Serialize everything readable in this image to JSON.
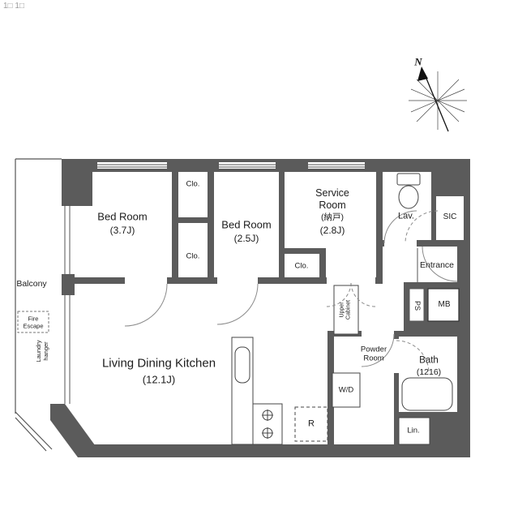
{
  "watermark": "1□ 1□",
  "compass": {
    "north": "N"
  },
  "colors": {
    "wall": "#5b5b5b",
    "line": "#555555",
    "arc": "#888888",
    "text": "#1c1c1c"
  },
  "floorplan": {
    "bedroom1": {
      "name": "Bed Room",
      "size": "(3.7J)"
    },
    "bedroom2": {
      "name": "Bed Room",
      "size": "(2.5J)"
    },
    "service_room": {
      "name_line1": "Service",
      "name_line2": "Room",
      "subtitle": "(納戸)",
      "size": "(2.8J)"
    },
    "ldk": {
      "name": "Living Dining Kitchen",
      "size": "(12.1J)"
    },
    "bath": {
      "name": "Bath",
      "size": "(1216)"
    },
    "lavatory": {
      "label": "Lav."
    },
    "sic": {
      "label": "SIC"
    },
    "entrance": {
      "label": "Entrance"
    },
    "balcony": {
      "label": "Balcony"
    },
    "fire_escape": {
      "line1": "Fire",
      "line2": "Escape"
    },
    "laundry_hanger": {
      "line1": "Laundry",
      "line2": "hanger"
    },
    "powder_room": {
      "line1": "Powder",
      "line2": "Room"
    },
    "washer_dryer": {
      "label": "W/D"
    },
    "refrigerator": {
      "label": "R"
    },
    "linen": {
      "label": "Lin."
    },
    "pipe_space": {
      "label": "PS"
    },
    "meter_box": {
      "label": "MB"
    },
    "upper_cabinet": {
      "line1": "Upper",
      "line2": "Cabinet"
    },
    "closet1": {
      "label": "Clo."
    },
    "closet2": {
      "label": "Clo."
    },
    "closet3": {
      "label": "Clo."
    }
  }
}
